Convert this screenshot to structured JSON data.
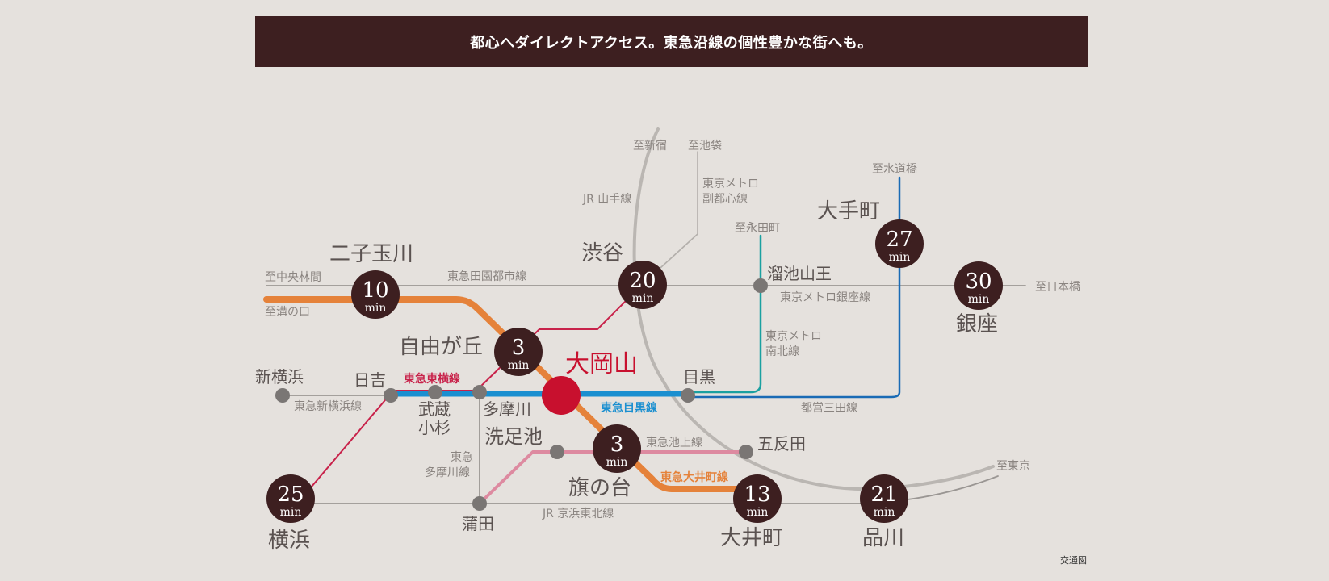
{
  "banner": {
    "title": "都心へダイレクトアクセス。東急沿線の個性豊かな街へも。"
  },
  "caption": "交通図",
  "colors": {
    "background": "#e5e1dd",
    "banner": "#3d1f20",
    "badge": "#3d1f20",
    "highlight": "#c8102e",
    "orange": "#e5823a",
    "blue": "#1a8fd0",
    "pink": "#dd8aa0",
    "red": "#c8224a",
    "teal": "#1aa0a0",
    "navy": "#1a6bb5",
    "gray": "#9a9693"
  },
  "badges": [
    {
      "id": "futakotamagawa",
      "station": "二子玉川",
      "minutes": "10",
      "unit": "min"
    },
    {
      "id": "shibuya",
      "station": "渋谷",
      "minutes": "20",
      "unit": "min"
    },
    {
      "id": "jiyugaoka",
      "station": "自由が丘",
      "minutes": "3",
      "unit": "min"
    },
    {
      "id": "otemachi",
      "station": "大手町",
      "minutes": "27",
      "unit": "min"
    },
    {
      "id": "ginza",
      "station": "銀座",
      "minutes": "30",
      "unit": "min"
    },
    {
      "id": "hatanodai",
      "station": "旗の台",
      "minutes": "3",
      "unit": "min"
    },
    {
      "id": "yokohama",
      "station": "横浜",
      "minutes": "25",
      "unit": "min"
    },
    {
      "id": "oimachi",
      "station": "大井町",
      "minutes": "13",
      "unit": "min"
    },
    {
      "id": "shinagawa",
      "station": "品川",
      "minutes": "21",
      "unit": "min"
    }
  ],
  "home_station": "大岡山",
  "stations": {
    "tameike": "溜池山王",
    "meguro": "目黒",
    "gotanda": "五反田",
    "senzokuike": "洗足池",
    "tamagawa": "多摩川",
    "musashikosugi_1": "武蔵",
    "musashikosugi_2": "小杉",
    "hiyoshi": "日吉",
    "shinyokohama": "新横浜",
    "kamata": "蒲田"
  },
  "lines": {
    "yamanote": "JR 山手線",
    "fukutoshin_1": "東京メトロ",
    "fukutoshin_2": "副都心線",
    "denentoshi": "東急田園都市線",
    "ginza_line": "東京メトロ銀座線",
    "namboku_1": "東京メトロ",
    "namboku_2": "南北線",
    "toyoko": "東急東横線",
    "meguro_line": "東急目黒線",
    "mita": "都営三田線",
    "shinyokohama_line": "東急新横浜線",
    "ikegami": "東急池上線",
    "oimachi_line": "東急大井町線",
    "tamagawa_line_1": "東急",
    "tamagawa_line_2": "多摩川線",
    "keihin": "JR 京浜東北線"
  },
  "directions": {
    "shinjuku": "至新宿",
    "ikebukuro": "至池袋",
    "suidobashi": "至水道橋",
    "nagatacho": "至永田町",
    "chuorinkan": "至中央林間",
    "mizonokuchi": "至溝の口",
    "nihonbashi": "至日本橋",
    "tokyo": "至東京"
  }
}
